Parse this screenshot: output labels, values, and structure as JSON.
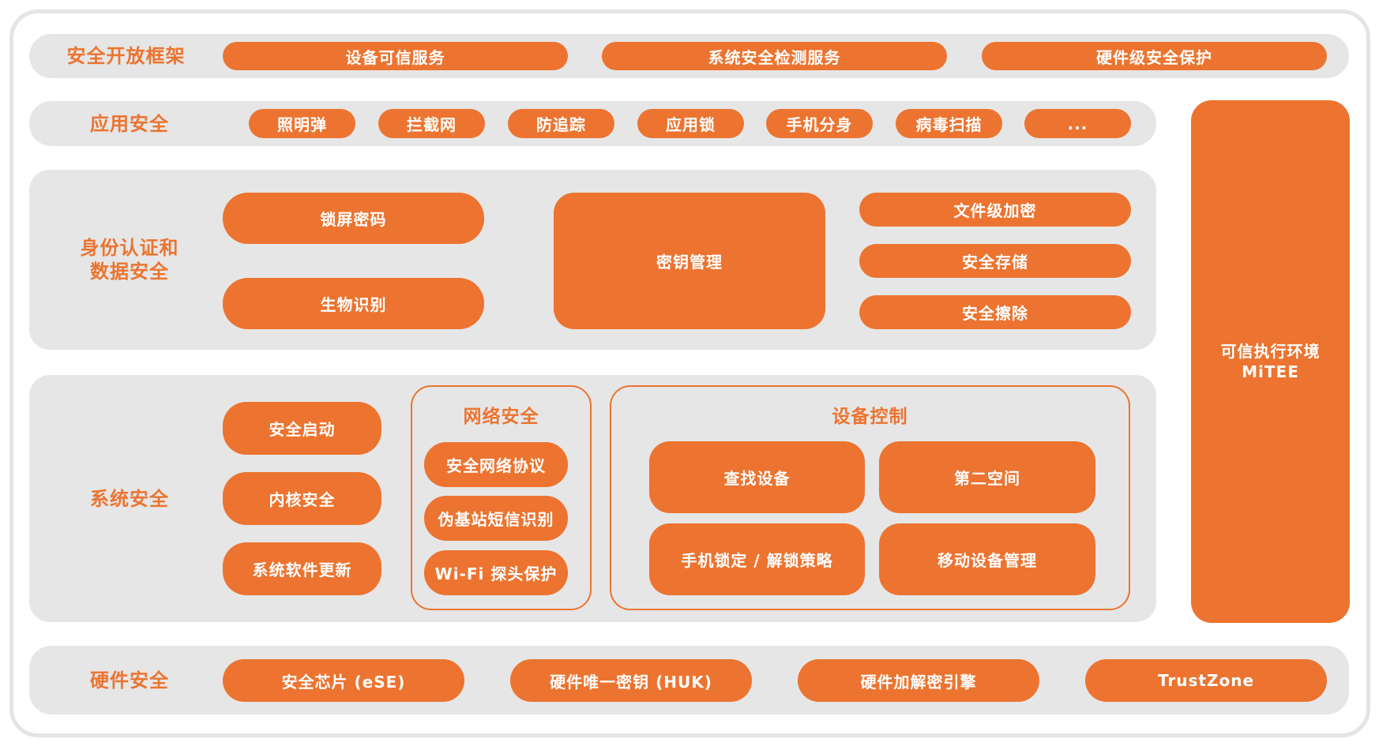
{
  "colors": {
    "accent": "#EC7430",
    "row_bg": "#E6E6E6",
    "frame": "#E4E4E4",
    "text_on_accent": "#FFFFFF"
  },
  "open_framework": {
    "label": "安全开放框架",
    "items": [
      "设备可信服务",
      "系统安全检测服务",
      "硬件级安全保护"
    ]
  },
  "app_security": {
    "label": "应用安全",
    "items": [
      "照明弹",
      "拦截网",
      "防追踪",
      "应用锁",
      "手机分身",
      "病毒扫描",
      "..."
    ]
  },
  "identity_data": {
    "label_line1": "身份认证和",
    "label_line2": "数据安全",
    "left": [
      "锁屏密码",
      "生物识别"
    ],
    "center": "密钥管理",
    "right": [
      "文件级加密",
      "安全存储",
      "安全擦除"
    ]
  },
  "system_security": {
    "label": "系统安全",
    "items": [
      "安全启动",
      "内核安全",
      "系统软件更新"
    ],
    "network": {
      "title": "网络安全",
      "items": [
        "安全网络协议",
        "伪基站短信识别",
        "Wi-Fi 探头保护"
      ]
    },
    "device_control": {
      "title": "设备控制",
      "items": [
        "查找设备",
        "第二空间",
        "手机锁定 / 解锁策略",
        "移动设备管理"
      ]
    }
  },
  "hardware_security": {
    "label": "硬件安全",
    "items": [
      "安全芯片 (eSE)",
      "硬件唯一密钥 (HUK)",
      "硬件加解密引擎",
      "TrustZone"
    ]
  },
  "tee": {
    "line1": "可信执行环境",
    "line2": "MiTEE"
  }
}
